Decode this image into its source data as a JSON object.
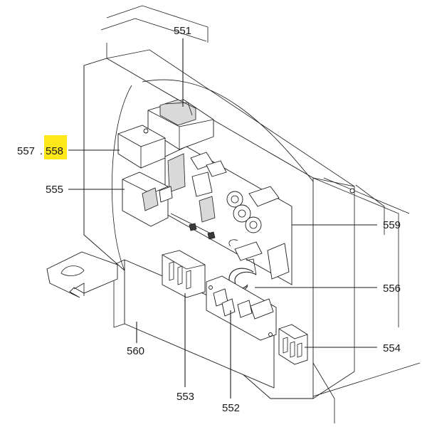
{
  "labels": {
    "l551": "551",
    "l552": "552",
    "l553": "553",
    "l554": "554",
    "l555": "555",
    "l556": "556",
    "l557": "557",
    "l557_sep": ".",
    "l558": "558",
    "l559": "559",
    "l560": "560"
  },
  "colors": {
    "highlight": "#ffe81a",
    "line": "#1a1a1a"
  }
}
